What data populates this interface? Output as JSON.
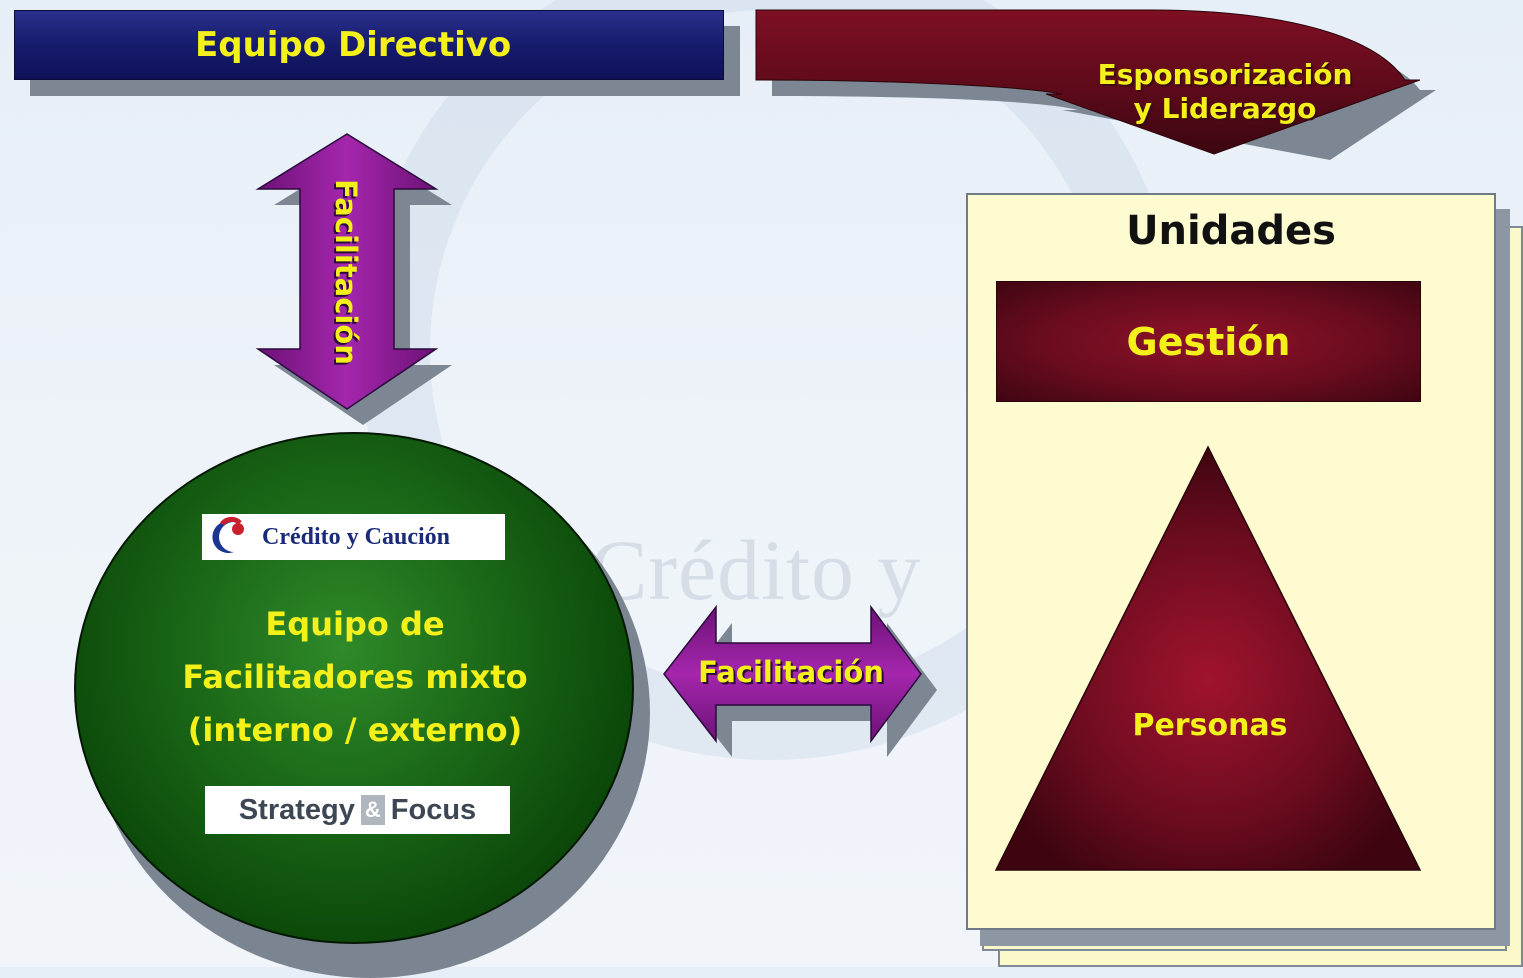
{
  "watermark": {
    "text": "Crédito y"
  },
  "header": {
    "directivo_label": "Equipo Directivo"
  },
  "sponsorship": {
    "line1": "Esponsorización",
    "line2": "y Liderazgo"
  },
  "arrows": {
    "vertical_label": "Facilitación",
    "horizontal_label": "Facilitación"
  },
  "units": {
    "title": "Unidades",
    "management_label": "Gestión",
    "people_label": "Personas"
  },
  "facilitators": {
    "line1": "Equipo de",
    "line2": "Facilitadores mixto",
    "line3": "(interno / externo)"
  },
  "logos": {
    "cyc_name": "Crédito y Caución",
    "sf_left": "Strategy",
    "sf_amp": "&",
    "sf_right": "Focus"
  },
  "colors": {
    "navy": "#161a6a",
    "maroon": "#6a0c1e",
    "green": "#1c6a18",
    "purple": "#8b1a94",
    "label_yellow": "#f4f01a",
    "panel_cream": "#fdfbcf"
  }
}
